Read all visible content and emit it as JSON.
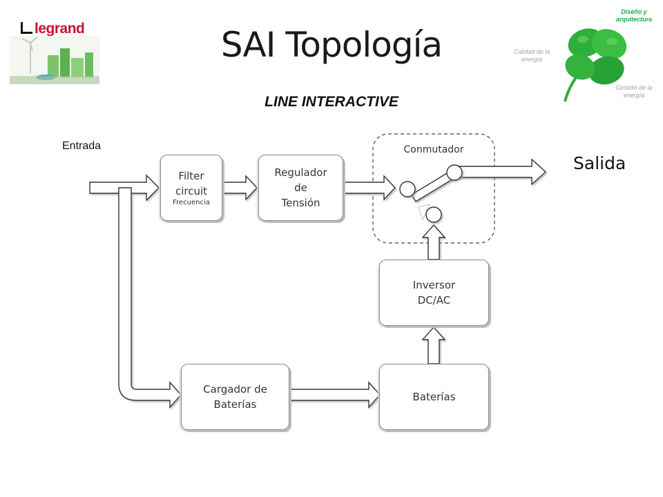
{
  "header": {
    "title": "SAI Topología",
    "subtitle": "LINE  INTERACTIVE",
    "logo_text": "legrand"
  },
  "clover": {
    "top_label": "Diseño y arquitectura",
    "left_label": "Calidad de la energía",
    "right_label": "Gestión de la energía"
  },
  "diagram": {
    "input_label": "Entrada",
    "output_label": "Salida",
    "switch_label": "Conmutador",
    "filter": {
      "line1": "Filter",
      "line2": "circuit",
      "line3": "Frecuencia"
    },
    "regulator": {
      "line1": "Regulador",
      "line2": "de",
      "line3": "Tensión"
    },
    "inverter": {
      "line1": "Inversor",
      "line2": "DC/AC"
    },
    "charger": {
      "line1": "Cargador de",
      "line2": "Baterías"
    },
    "batteries": {
      "line1": "Baterías"
    }
  },
  "colors": {
    "logo_red": "#c8102e",
    "clover_green": "#2eae3a",
    "clover_top_label": "#1faa3c"
  }
}
